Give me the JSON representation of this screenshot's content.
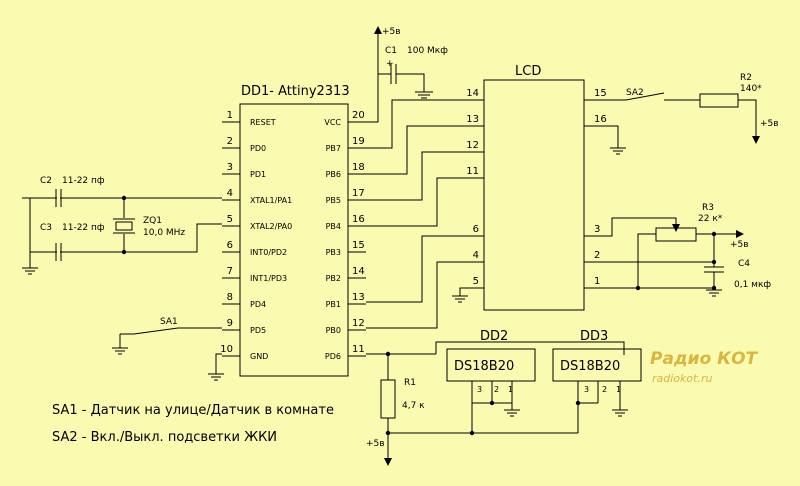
{
  "colors": {
    "background": "#fafab0",
    "line": "#000000",
    "watermark": "#d7b740"
  },
  "mcu": {
    "title": "DD1- Attiny2313",
    "left_pins": [
      {
        "num": "1",
        "name": "RESET"
      },
      {
        "num": "2",
        "name": "PD0"
      },
      {
        "num": "3",
        "name": "PD1"
      },
      {
        "num": "4",
        "name": "XTAL1/PA1"
      },
      {
        "num": "5",
        "name": "XTAL2/PA0"
      },
      {
        "num": "6",
        "name": "INT0/PD2"
      },
      {
        "num": "7",
        "name": "INT1/PD3"
      },
      {
        "num": "8",
        "name": "PD4"
      },
      {
        "num": "9",
        "name": "PD5"
      },
      {
        "num": "10",
        "name": "GND"
      }
    ],
    "right_pins": [
      {
        "num": "20",
        "name": "VCC"
      },
      {
        "num": "19",
        "name": "PB7"
      },
      {
        "num": "18",
        "name": "PB6"
      },
      {
        "num": "17",
        "name": "PB5"
      },
      {
        "num": "16",
        "name": "PB4"
      },
      {
        "num": "15",
        "name": "PB3"
      },
      {
        "num": "14",
        "name": "PB2"
      },
      {
        "num": "13",
        "name": "PB1"
      },
      {
        "num": "12",
        "name": "PB0"
      },
      {
        "num": "11",
        "name": "PD6"
      }
    ]
  },
  "lcd": {
    "title": "LCD",
    "left_pins": [
      "14",
      "13",
      "12",
      "11",
      "6",
      "4",
      "5"
    ],
    "right_pins": [
      "15",
      "16",
      "3",
      "2",
      "1"
    ]
  },
  "components": {
    "c1": {
      "ref": "C1",
      "value": "100 Мкф",
      "plus": "+"
    },
    "c2": {
      "ref": "C2",
      "value": "11-22 пф"
    },
    "c3": {
      "ref": "C3",
      "value": "11-22 пф"
    },
    "c4": {
      "ref": "C4",
      "value": "0,1 мкф"
    },
    "zq1": {
      "ref": "ZQ1",
      "value": "10,0 MHz"
    },
    "r1": {
      "ref": "R1",
      "value": "4,7 к"
    },
    "r2": {
      "ref": "R2",
      "value": "140*"
    },
    "r3": {
      "ref": "R3",
      "value": "22 к*"
    },
    "sa1": {
      "ref": "SA1"
    },
    "sa2": {
      "ref": "SA2"
    },
    "dd2": {
      "ref": "DD2",
      "chip": "DS18B20",
      "pins": [
        "3",
        "2",
        "1"
      ]
    },
    "dd3": {
      "ref": "DD3",
      "chip": "DS18B20",
      "pins": [
        "3",
        "2",
        "1"
      ]
    }
  },
  "supply_label": "+5в",
  "notes": [
    "SA1 - Датчик на улице/Датчик в комнате",
    "SA2 - Вкл./Выкл. подсветки ЖКИ"
  ],
  "watermark": {
    "logo": "Радио КОТ",
    "url": "radiokot.ru"
  }
}
